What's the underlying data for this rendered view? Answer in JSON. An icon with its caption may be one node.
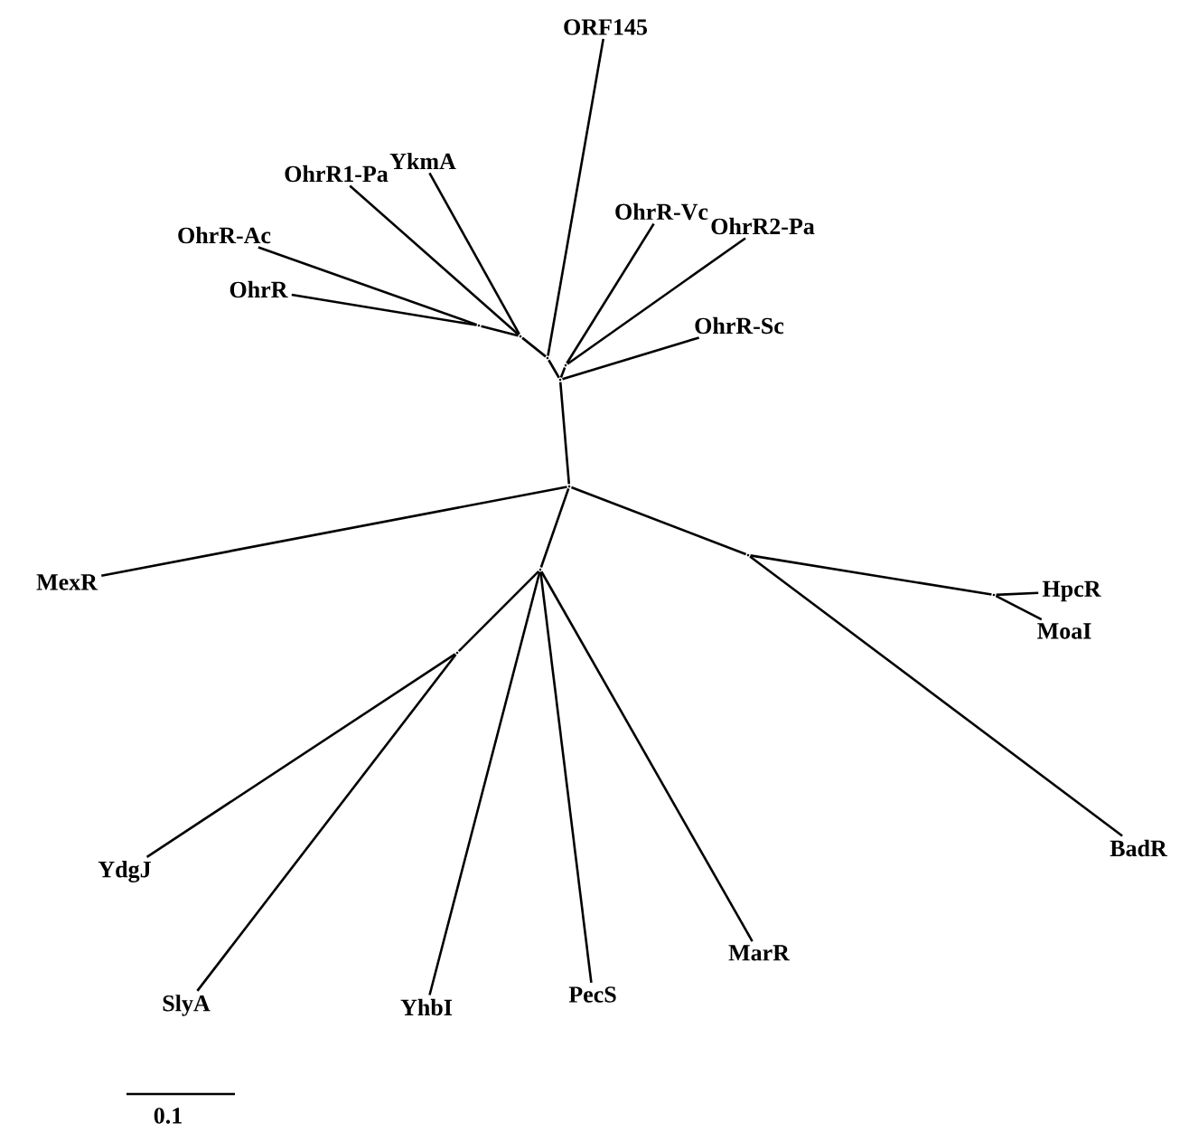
{
  "diagram": {
    "nodes": [
      {
        "text": [
          "ORF145"
        ]
      },
      {
        "text": [
          "OhrR1-Pa"
        ]
      },
      {
        "text": [
          "YkmA"
        ]
      },
      {
        "text": [
          "OhrR-Vc"
        ]
      },
      {
        "text": [
          "OhrR-Ac"
        ]
      },
      {
        "text": [
          "OhrR2-Pa"
        ]
      },
      {
        "text": [
          "OhrR"
        ]
      },
      {
        "text": [
          "OhrR-Sc"
        ]
      },
      {
        "text": [
          "MexR"
        ]
      },
      {
        "text": [
          "HpcR"
        ]
      },
      {
        "text": [
          "MoaI"
        ]
      },
      {
        "text": [
          "BadR"
        ]
      },
      {
        "text": [
          "YdgJ"
        ]
      },
      {
        "text": [
          "SlyA"
        ]
      },
      {
        "text": [
          "YhbI"
        ]
      },
      {
        "text": [
          "PecS"
        ]
      },
      {
        "text": [
          "MarR"
        ]
      },
      {
        "text": [],
        "shape": "point"
      },
      {
        "text": [],
        "shape": "point"
      },
      {
        "text": [],
        "shape": "point"
      },
      {
        "text": [],
        "shape": "point"
      },
      {
        "text": [],
        "shape": "point"
      },
      {
        "text": [],
        "shape": "point"
      },
      {
        "text": [],
        "shape": "point"
      },
      {
        "text": [],
        "shape": "point"
      },
      {
        "text": [],
        "shape": "point"
      },
      {
        "text": [],
        "shape": "point"
      }
    ],
    "edges": [
      {
        "from": 17,
        "to": 7,
        "arrow": "none"
      },
      {
        "from": 17,
        "to": 18,
        "arrow": "none"
      },
      {
        "from": 17,
        "to": 21,
        "arrow": "none"
      },
      {
        "from": 21,
        "to": 3,
        "arrow": "none"
      },
      {
        "from": 21,
        "to": 5,
        "arrow": "none"
      },
      {
        "from": 18,
        "to": 0,
        "arrow": "none"
      },
      {
        "from": 18,
        "to": 19,
        "arrow": "none"
      },
      {
        "from": 19,
        "to": 2,
        "arrow": "none"
      },
      {
        "from": 19,
        "to": 1,
        "arrow": "none"
      },
      {
        "from": 19,
        "to": 20,
        "arrow": "none"
      },
      {
        "from": 20,
        "to": 4,
        "arrow": "none"
      },
      {
        "from": 20,
        "to": 6,
        "arrow": "none"
      },
      {
        "from": 17,
        "to": 22,
        "arrow": "none"
      },
      {
        "from": 22,
        "to": 8,
        "arrow": "none"
      },
      {
        "from": 22,
        "to": 23,
        "arrow": "none"
      },
      {
        "from": 23,
        "to": 24,
        "arrow": "none"
      },
      {
        "from": 24,
        "to": 9,
        "arrow": "none"
      },
      {
        "from": 24,
        "to": 10,
        "arrow": "none"
      },
      {
        "from": 23,
        "to": 11,
        "arrow": "none"
      },
      {
        "from": 22,
        "to": 25,
        "arrow": "none"
      },
      {
        "from": 25,
        "to": 26,
        "arrow": "none"
      },
      {
        "from": 26,
        "to": 12,
        "arrow": "none"
      },
      {
        "from": 26,
        "to": 13,
        "arrow": "none"
      },
      {
        "from": 25,
        "to": 14,
        "arrow": "none"
      },
      {
        "from": 25,
        "to": 15,
        "arrow": "none"
      },
      {
        "from": 25,
        "to": 16,
        "arrow": "none"
      }
    ],
    "labels": [
      "0.1"
    ]
  }
}
